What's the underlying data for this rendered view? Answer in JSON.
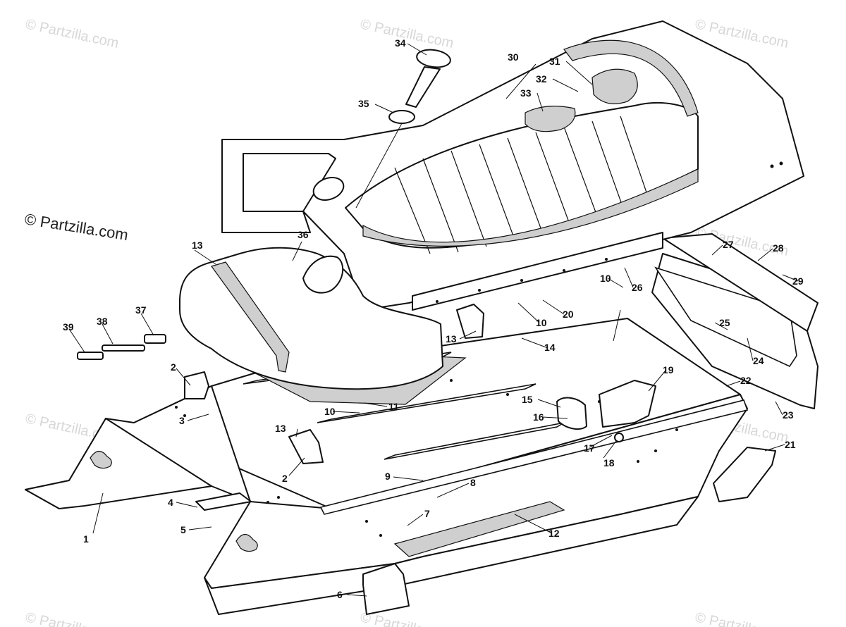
{
  "watermark": {
    "text": "© Partzilla.com",
    "main_text": "© Partzilla.com"
  },
  "callouts": [
    {
      "id": "1"
    },
    {
      "id": "2"
    },
    {
      "id": "2"
    },
    {
      "id": "3"
    },
    {
      "id": "4"
    },
    {
      "id": "5"
    },
    {
      "id": "6"
    },
    {
      "id": "7"
    },
    {
      "id": "8"
    },
    {
      "id": "9"
    },
    {
      "id": "10"
    },
    {
      "id": "10"
    },
    {
      "id": "10"
    },
    {
      "id": "11"
    },
    {
      "id": "12"
    },
    {
      "id": "13"
    },
    {
      "id": "13"
    },
    {
      "id": "13"
    },
    {
      "id": "14"
    },
    {
      "id": "15"
    },
    {
      "id": "16"
    },
    {
      "id": "17"
    },
    {
      "id": "18"
    },
    {
      "id": "19"
    },
    {
      "id": "20"
    },
    {
      "id": "21"
    },
    {
      "id": "22"
    },
    {
      "id": "23"
    },
    {
      "id": "24"
    },
    {
      "id": "25"
    },
    {
      "id": "26"
    },
    {
      "id": "27"
    },
    {
      "id": "28"
    },
    {
      "id": "29"
    },
    {
      "id": "30"
    },
    {
      "id": "31"
    },
    {
      "id": "32"
    },
    {
      "id": "33"
    },
    {
      "id": "34"
    },
    {
      "id": "35"
    },
    {
      "id": "36"
    },
    {
      "id": "37"
    },
    {
      "id": "38"
    },
    {
      "id": "39"
    }
  ]
}
